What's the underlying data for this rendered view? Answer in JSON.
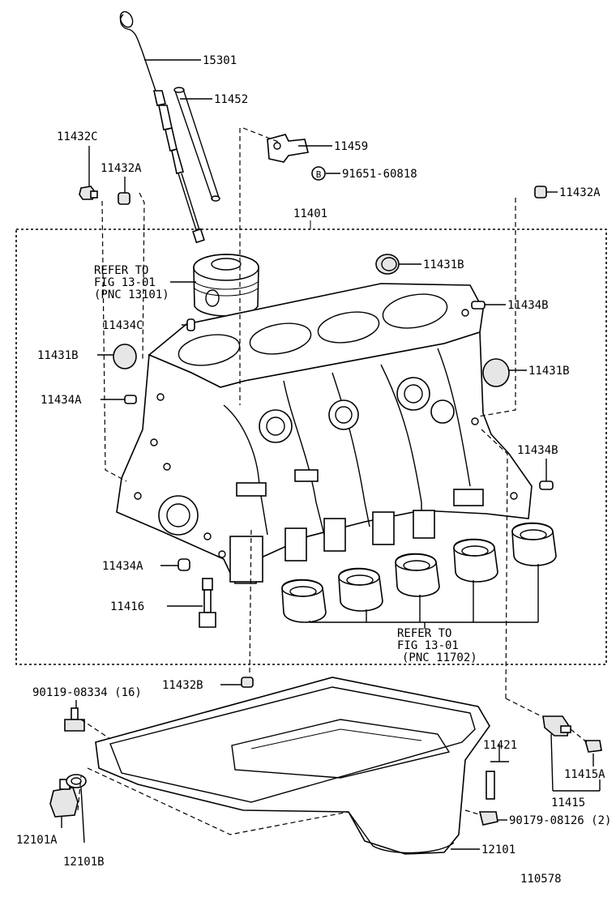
{
  "labels": {
    "p15301": "15301",
    "p11452": "11452",
    "p11432c": "11432C",
    "p11432a_left": "11432A",
    "p11459": "11459",
    "p91651": "91651-60818",
    "p91651_marker": "B",
    "p11432a_right": "11432A",
    "p11401": "11401",
    "refer1_line1": "REFER TO",
    "refer1_line2": "FIG 13-01",
    "refer1_line3": "(PNC 13101)",
    "p11431b_top": "11431B",
    "p11434b_top": "11434B",
    "p11434c": "11434C",
    "p11431b_left": "11431B",
    "p11431b_right": "11431B",
    "p11434a_top": "11434A",
    "p11434b_right": "11434B",
    "p11434a_bottom": "11434A",
    "p11416": "11416",
    "refer2_line1": "REFER TO",
    "refer2_line2": "FIG 13-01",
    "refer2_line3": "(PNC 11702)",
    "p11432b": "11432B",
    "p90119": "90119-08334 (16)",
    "p11421": "11421",
    "p11415a": "11415A",
    "p11415": "11415",
    "p12101a": "12101A",
    "p12101b": "12101B",
    "p90179": "90179-08126 (2)",
    "p12101": "12101",
    "figure_number": "110578"
  }
}
